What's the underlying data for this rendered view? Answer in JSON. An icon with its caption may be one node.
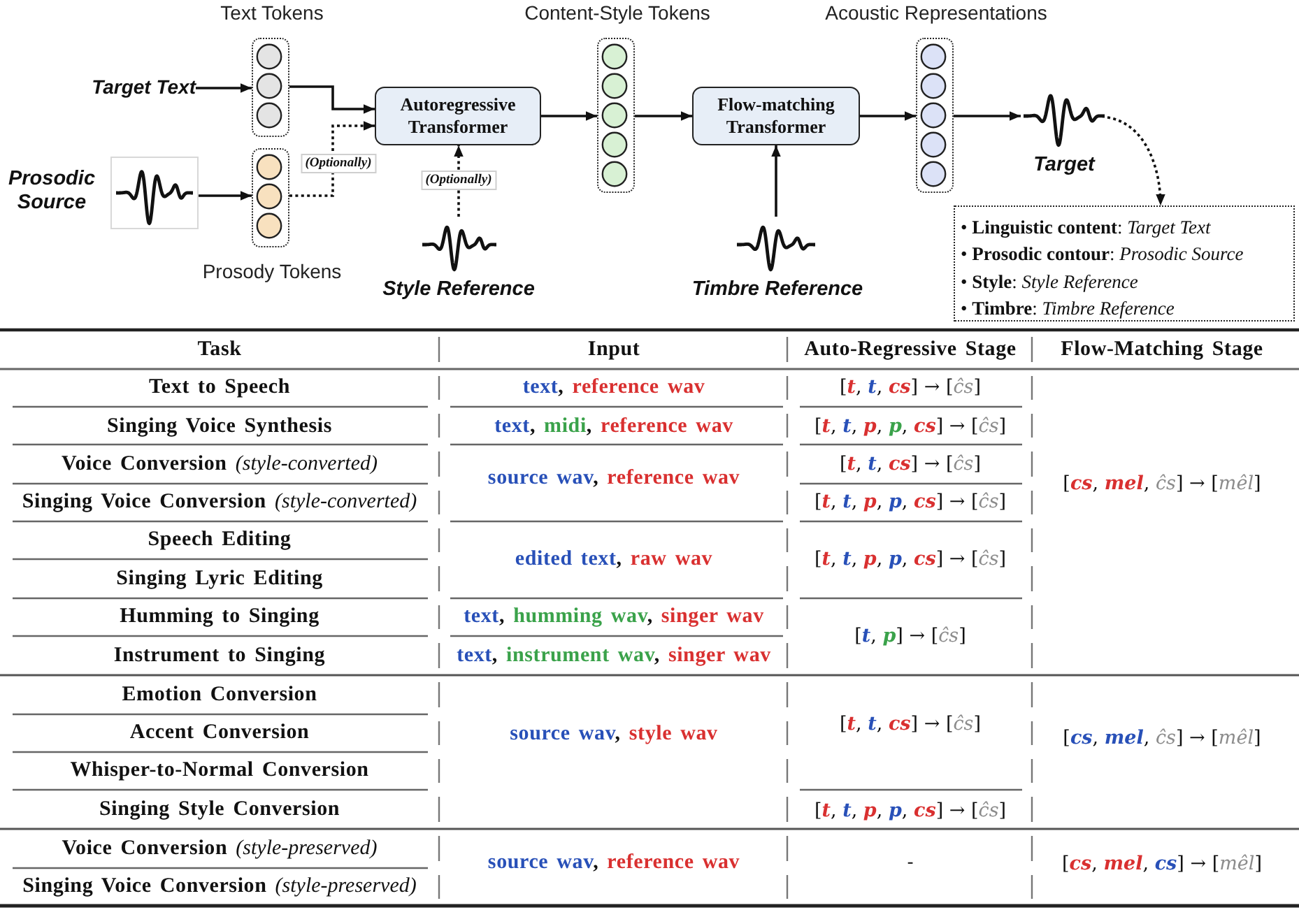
{
  "diagram": {
    "nodes": [
      {
        "text": [
          "Text Tokens"
        ]
      },
      {
        "text": [
          "Target Text"
        ]
      },
      {
        "text": [
          "Autoregressive Transformer"
        ]
      },
      {
        "text": [
          "Content-Style Tokens"
        ]
      },
      {
        "text": [
          "Flow-matching Transformer"
        ]
      },
      {
        "text": [
          "Acoustic Representations"
        ]
      },
      {
        "text": [
          "Target"
        ]
      },
      {
        "text": [
          "Prosodic Source"
        ]
      },
      {
        "text": [
          "Prosody Tokens"
        ]
      },
      {
        "text": [
          "Style Reference"
        ]
      },
      {
        "text": [
          "Timbre Reference"
        ]
      },
      {
        "text": [
          "• **Linguistic content**: *Target Text*",
          "• **Prosodic contour**: *Prosodic Source*",
          "• **Style**: *Style Reference*",
          "• **Timbre**: *Timbre Reference*"
        ]
      }
    ],
    "edges": [
      {
        "from": 1,
        "to": 0,
        "arrow": "to"
      },
      {
        "from": 0,
        "to": 2,
        "arrow": "to"
      },
      {
        "from": 7,
        "to": 8,
        "arrow": "to"
      },
      {
        "from": 8,
        "to": 2,
        "arrow": "to",
        "label": "(Optionally)",
        "style": "dashed"
      },
      {
        "from": 9,
        "to": 2,
        "arrow": "to",
        "label": "(Optionally)",
        "style": "dashed"
      },
      {
        "from": 2,
        "to": 3,
        "arrow": "to"
      },
      {
        "from": 3,
        "to": 4,
        "arrow": "to"
      },
      {
        "from": 10,
        "to": 4,
        "arrow": "to"
      },
      {
        "from": 4,
        "to": 5,
        "arrow": "to"
      },
      {
        "from": 5,
        "to": 6,
        "arrow": "to"
      },
      {
        "from": 6,
        "to": 11,
        "arrow": "to",
        "style": "dashed"
      }
    ],
    "labels": [
      "Task",
      "Input",
      "Auto-Regressive Stage",
      "Flow-Matching Stage",
      "Text to Speech",
      "text, reference wav",
      "[**t**, **t**, **cs**] → [*ĉs*]",
      "[**cs**, **mel**, *ĉs*] → [*mêl*]",
      "Singing Voice Synthesis",
      "text, midi, reference wav",
      "[**t**, **t**, **p**, **p**, **cs**] → [*ĉs*]",
      "Voice Conversion *(style-converted)*",
      "source wav, reference wav",
      "[**t**, **t**, **cs**] → [*ĉs*]",
      "Singing Voice Conversion *(style-converted)*",
      "[**t**, **t**, **p**, **p**, **cs**] → [*ĉs*]",
      "Speech Editing",
      "edited text, raw wav",
      "[**t**, **t**, **p**, **p**, **cs**] → [*ĉs*]",
      "Singing Lyric Editing",
      "Humming to Singing",
      "text, humming wav, singer wav",
      "[**t**, **p**] → [*ĉs*]",
      "Instrument to Singing",
      "text, instrument wav, singer wav",
      "Emotion Conversion",
      "Accent Conversion",
      "source wav, style wav",
      "[**t**, **t**, **cs**] → [*ĉs*]",
      "[**cs**, **mel**, *ĉs*] → [*mêl*]",
      "Whisper-to-Normal Conversion",
      "Singing Style Conversion",
      "[**t**, **t**, **p**, **p**, **cs**] → [*ĉs*]",
      "Voice Conversion *(style-preserved)*",
      "source wav, reference wav",
      "-",
      "[**cs**, **mel**, **cs**] → [*mêl*]",
      "Singing Voice Conversion *(style-preserved)*"
    ]
  }
}
